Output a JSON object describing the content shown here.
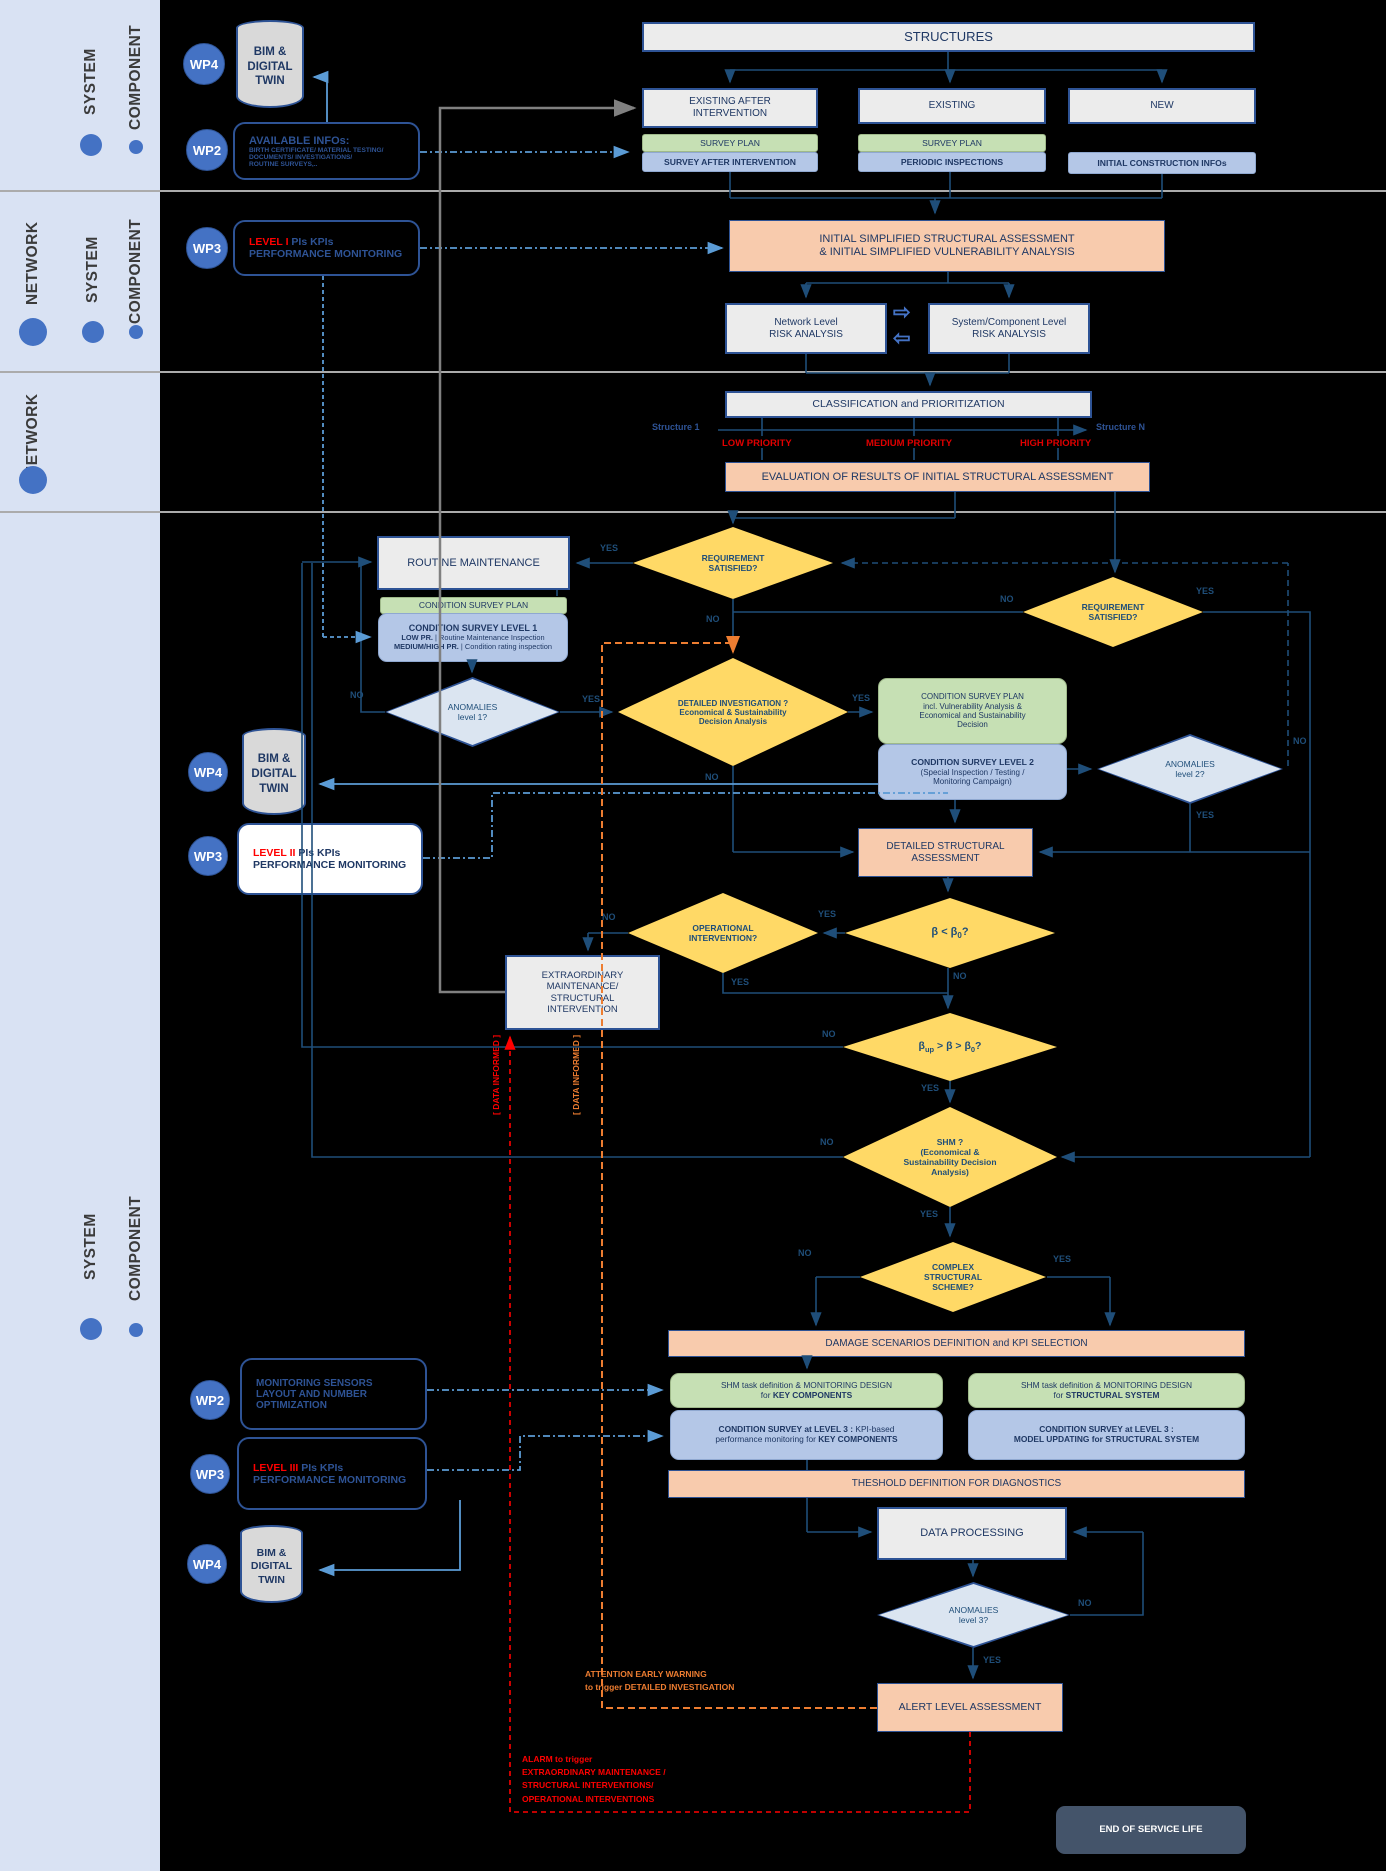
{
  "labels": {
    "yes": "YES",
    "no": "NO"
  },
  "sidebar": {
    "band1": [
      "SYSTEM",
      "COMPONENT"
    ],
    "band2": [
      "NETWORK",
      "SYSTEM",
      "COMPONENT"
    ],
    "band3": [
      "NETWORK"
    ],
    "band4": [
      "SYSTEM",
      "COMPONENT"
    ]
  },
  "badges": {
    "wp2": "WP2",
    "wp3": "WP3",
    "wp4": "WP4"
  },
  "bim": {
    "l1": "BIM &",
    "l2": "DIGITAL",
    "l3": "TWIN"
  },
  "callouts": {
    "available_infos": {
      "title": "AVAILABLE INFOs:",
      "lines": [
        "BIRTH CERTIFICATE/ MATERIAL TESTING/",
        "DOCUMENTS/ INVESTIGATIONS/",
        "ROUTINE SURVEYS,.."
      ]
    },
    "level1": {
      "tag": "LEVEL I",
      "rest": " PIs KPIs",
      "line2": "PERFORMANCE MONITORING"
    },
    "level2": {
      "tag": "LEVEL II",
      "rest": " PIs KPIs",
      "line2": "PERFORMANCE MONITORING"
    },
    "level3": {
      "tag": "LEVEL III",
      "rest": " PIs KPIs",
      "line2": "PERFORMANCE MONITORING"
    },
    "sensors": {
      "lines": [
        "MONITORING SENSORS",
        "LAYOUT AND NUMBER",
        "OPTIMIZATION"
      ]
    }
  },
  "top": {
    "structures": "STRUCTURES",
    "col1": {
      "box1": "EXISTING AFTER",
      "box2": "INTERVENTION",
      "survey": "SURVEY PLAN",
      "sub": "SURVEY AFTER INTERVENTION"
    },
    "col2": {
      "box": "EXISTING",
      "survey": "SURVEY PLAN",
      "sub": "PERIODIC INSPECTIONS"
    },
    "col3": {
      "box": "NEW",
      "sub": "INITIAL CONSTRUCTION INFOs"
    }
  },
  "assess": {
    "isa1": "INITIAL SIMPLIFIED STRUCTURAL ASSESSMENT",
    "isa2": "& INITIAL SIMPLIFIED VULNERABILITY ANALYSIS",
    "net1": "Network Level",
    "net2": "RISK ANALYSIS",
    "sys1": "System/Component Level",
    "sys2": "RISK ANALYSIS",
    "classification": "CLASSIFICATION and PRIORITIZATION",
    "s1": "Structure 1",
    "sN": "Structure N",
    "priorities": [
      "LOW PRIORITY",
      "MEDIUM PRIORITY",
      "HIGH PRIORITY"
    ],
    "evaluation": "EVALUATION OF RESULTS OF INITIAL STRUCTURAL ASSESSMENT"
  },
  "flow": {
    "req1": [
      "REQUIREMENT",
      "SATISFIED?"
    ],
    "req2": [
      "REQUIREMENT",
      "SATISFIED?"
    ],
    "routine": "ROUTINE MAINTENANCE",
    "csp": "CONDITION SURVEY PLAN",
    "csl1": {
      "t": "CONDITION SURVEY LEVEL 1",
      "l2b": "LOW PR.",
      "l2r": " | Routine Maintenance Inspection",
      "l3b": "MEDIUM/HIGH PR.",
      "l3r": " | Condition rating inspection"
    },
    "anom1": [
      "ANOMALIES",
      "level 1?"
    ],
    "detinv": [
      "DETAILED INVESTIGATION ?",
      "Economical & Sustainability",
      "Decision Analysis"
    ],
    "csp2": [
      "CONDITION SURVEY PLAN",
      "incl. Vulnerability Analysis &",
      "Economical and Sustainability",
      "Decision"
    ],
    "csl2": [
      "CONDITION SURVEY LEVEL 2",
      "(Special Inspection / Testing /",
      "Monitoring Campaign)"
    ],
    "anom2": [
      "ANOMALIES",
      "level 2?"
    ],
    "dsa": [
      "DETAILED STRUCTURAL",
      "ASSESSMENT"
    ],
    "opint": [
      "OPERATIONAL",
      "INTERVENTION?"
    ],
    "extmaint": [
      "EXTRAORDINARY",
      "MAINTENANCE/",
      "STRUCTURAL",
      "INTERVENTION"
    ],
    "beta1": {
      "a": "β < β",
      "sub": "0",
      "q": "?"
    },
    "beta2": {
      "a": "β",
      "sub1": "up",
      "b": " > β > β",
      "sub2": "0",
      "q": "?"
    },
    "shm": [
      "SHM ?",
      "(Economical &",
      "Sustainability Decision",
      "Analysis)"
    ],
    "complex": [
      "COMPLEX",
      "STRUCTURAL",
      "SCHEME?"
    ]
  },
  "shm3": {
    "damage": "DAMAGE SCENARIOS DEFINITION and KPI SELECTION",
    "lg1": "SHM task definition & MONITORING DESIGN",
    "lg2a": "for ",
    "lg2b": "KEY COMPONENTS",
    "lb1a": "CONDITION SURVEY at LEVEL 3 :",
    "lb1b": " KPI-based",
    "lb2a": "performance monitoring for ",
    "lb2b": "KEY COMPONENTS",
    "rg1": "SHM task definition & MONITORING DESIGN",
    "rg2a": "for ",
    "rg2b": "STRUCTURAL SYSTEM",
    "rb1": "CONDITION SURVEY at LEVEL 3 :",
    "rb2a": "MODEL UPDATING",
    "rb2b": " for ",
    "rb2c": "STRUCTURAL SYSTEM",
    "threshold": "THESHOLD DEFINITION FOR DIAGNOSTICS",
    "dataproc": "DATA PROCESSING",
    "anom3": [
      "ANOMALIES",
      "level 3?"
    ],
    "alert": "ALERT LEVEL ASSESSMENT",
    "eosl": "END OF SERVICE LIFE"
  },
  "notes": {
    "attention1": "ATTENTION EARLY WARNING",
    "attention2a": "to trigger ",
    "attention2b": "DETAILED INVESTIGATION",
    "alarm": [
      "ALARM to trigger",
      "EXTRAORDINARY MAINTENANCE /",
      "STRUCTURAL INTERVENTIONS/",
      "OPERATIONAL INTERVENTIONS"
    ],
    "data_informed": "[ DATA INFORMED ]"
  },
  "icons": {
    "arrow_right": "⇨",
    "arrow_left": "⇦"
  },
  "colors": {
    "accent_blue": "#4472c4",
    "dark_blue": "#1f4e79",
    "green": "#c6e0b4",
    "light_blue": "#b4c7e7",
    "orange": "#f8cbad",
    "yellow": "#ffd966",
    "red": "#ff0000",
    "warn_orange": "#ed7d31"
  }
}
